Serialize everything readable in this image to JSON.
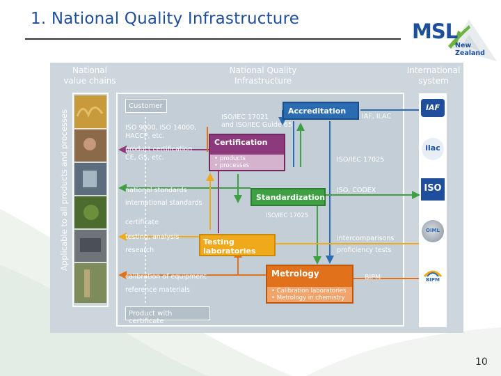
{
  "slide": {
    "title": "1. National Quality Infrastructure",
    "page_number": "10"
  },
  "logo": {
    "name": "MSL",
    "subtitle": "New Zealand"
  },
  "diagram": {
    "column_headers": {
      "left": "National value chains",
      "center": "National Quality Infrastructure",
      "right": "International system"
    },
    "side_label": "Applicable to all products and processes",
    "boxes": {
      "customer": "Customer",
      "product_with_certificate": "Product with certificate",
      "accreditation": "Accreditation",
      "certification": "Certification",
      "certification_items": [
        "• products",
        "• processes"
      ],
      "standardization": "Standardization",
      "testing_laboratories": "Testing laboratories",
      "metrology": "Metrology",
      "metrology_items": [
        "• Calibration laboratories",
        "• Metrology in chemistry"
      ]
    },
    "labels": {
      "iso_iec_17021": "ISO/IEC 17021",
      "iso_guide_65": "and ISO/IEC Guide 65",
      "iaf_ilac": "IAF, ILAC",
      "iso_9000": "ISO 9000, ISO 14000,",
      "haccp": "HACCP, etc.",
      "product_certification": "product certification",
      "ce_gs": "CE, GS, etc.",
      "iso_iec_17025_right": "ISO/IEC 17025",
      "national_standards": "national standards",
      "international_standards": "international standards",
      "iso_codex": "ISO, CODEX",
      "iso_iec_17025_center": "ISO/IEC 17025",
      "certificate": "certificate",
      "testing_analysis": "testing, analysis",
      "research": "research",
      "intercomparisons": "intercomparisons",
      "proficiency_tests": "proficiency tests",
      "calibration_of_equipment": "calibration of equipment",
      "reference_materials": "reference materials",
      "bipm": "BIPM"
    },
    "international_logos": [
      "IAF",
      "ilac",
      "ISO",
      "OIML",
      "BIPM"
    ],
    "colors": {
      "accreditation": "#2a6bb1",
      "certification": "#8d3a7c",
      "standardization": "#3fa043",
      "testing": "#f0a91a",
      "metrology": "#e2711b",
      "background": "#cdd6dd"
    }
  }
}
